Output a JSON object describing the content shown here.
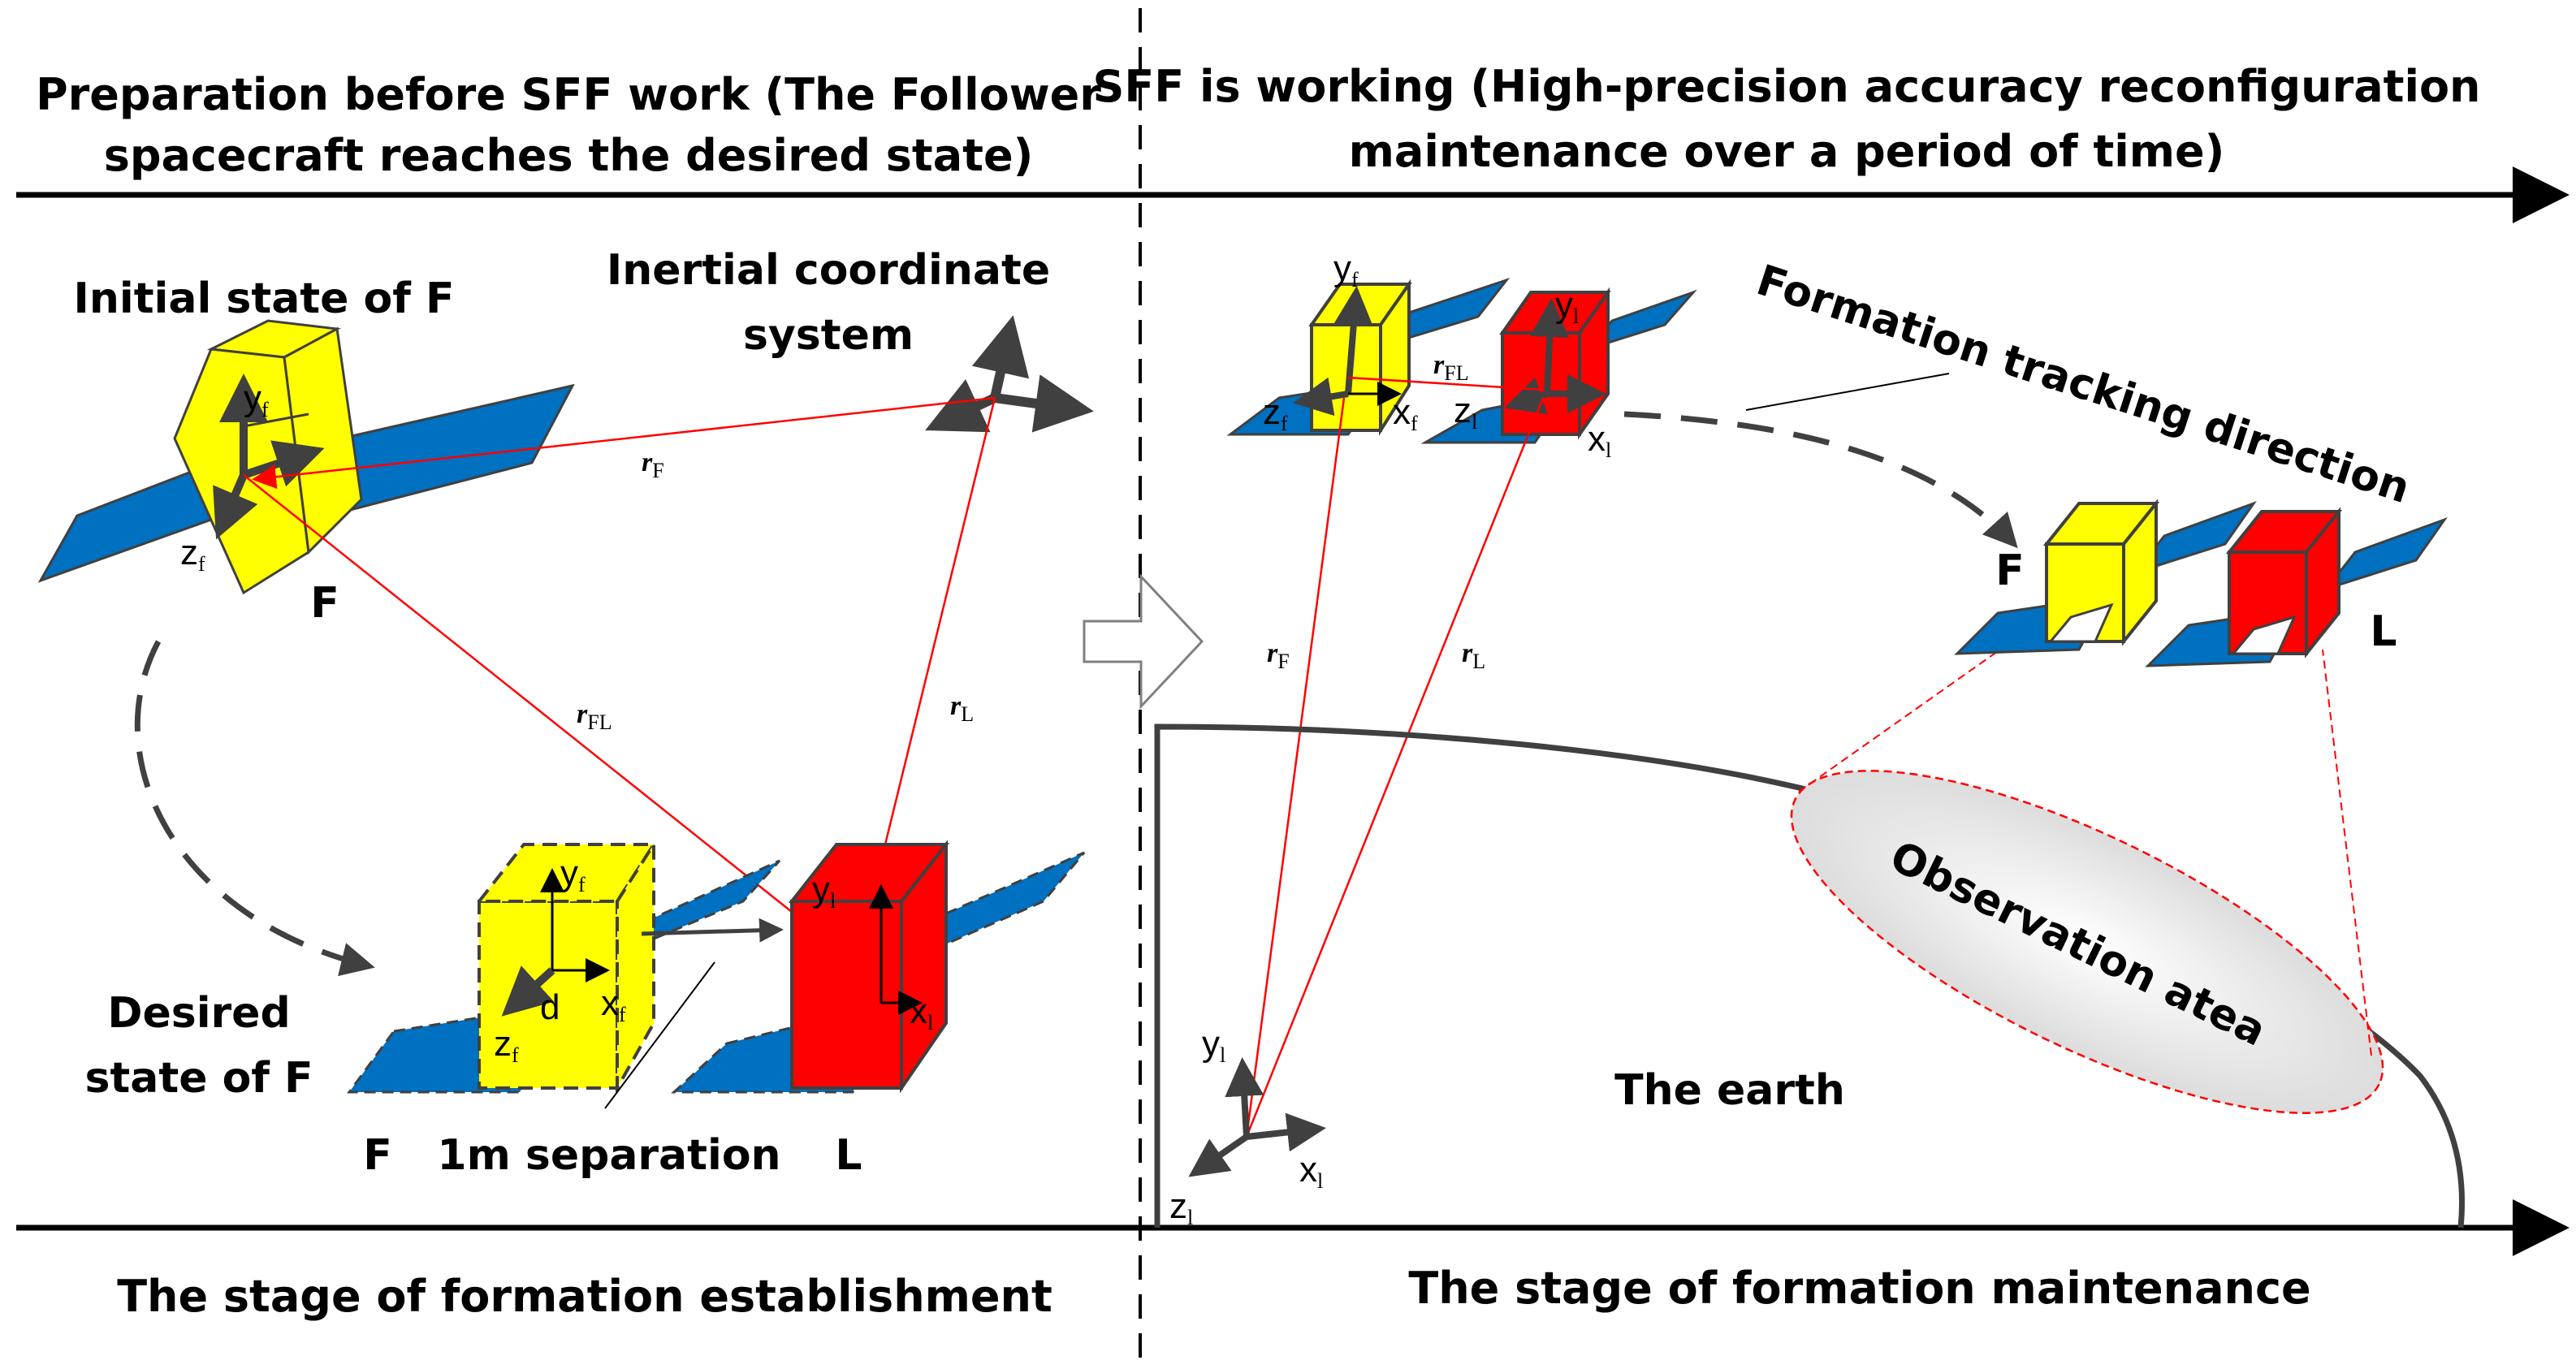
{
  "headers": {
    "left_line1": "Preparation before SFF work (The Follower",
    "left_line2": "spacecraft reaches the desired state)",
    "right_line1": "SFF is working (High-precision accuracy reconfiguration",
    "right_line2": "maintenance over a period of time)"
  },
  "footers": {
    "left": "The stage of formation establishment",
    "right": "The stage of formation maintenance"
  },
  "labels": {
    "initial_state": "Initial state of F",
    "inertial_line1": "Inertial coordinate",
    "inertial_line2": "system",
    "desired_line1": "Desired",
    "desired_line2": "state of F",
    "follower": "F",
    "leader": "L",
    "separation": "1m separation",
    "tracking_direction": "Formation tracking direction",
    "observation_area": "Observation atea",
    "earth": "The earth"
  },
  "vectors": {
    "r": "r",
    "F": "F",
    "L": "L",
    "FL": "FL"
  },
  "axes": {
    "y": "y",
    "x": "x",
    "z": "z",
    "f": "f",
    "l": "l",
    "d": "d"
  },
  "colors": {
    "follower": "#ffff00",
    "leader": "#ff0000",
    "panel": "#0070c0",
    "vector": "#ff0000",
    "outline": "#404040"
  }
}
